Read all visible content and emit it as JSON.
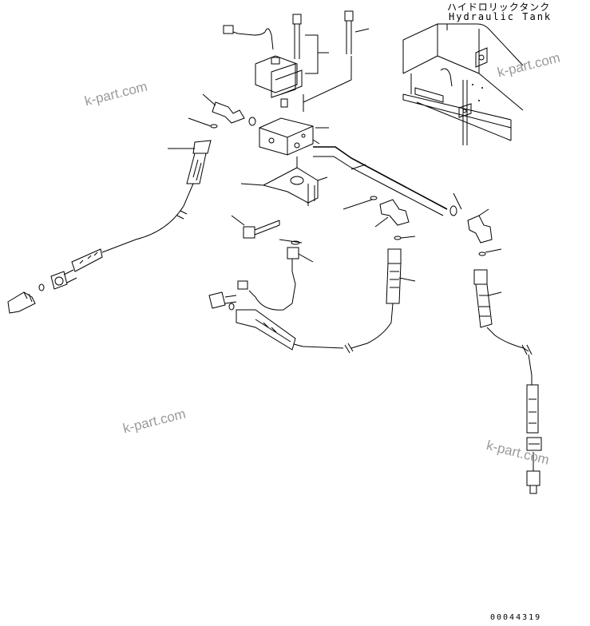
{
  "diagram": {
    "tank_label_jp": "ハイドロリックタンク",
    "tank_label_en": "Hydraulic Tank",
    "part_number": "00044319",
    "watermarks": [
      "k-part.com",
      "k-part.com",
      "k-part.com",
      "k-part.com"
    ]
  },
  "colors": {
    "line": "#000000",
    "watermark": "#9a9a9a",
    "background": "#ffffff"
  }
}
